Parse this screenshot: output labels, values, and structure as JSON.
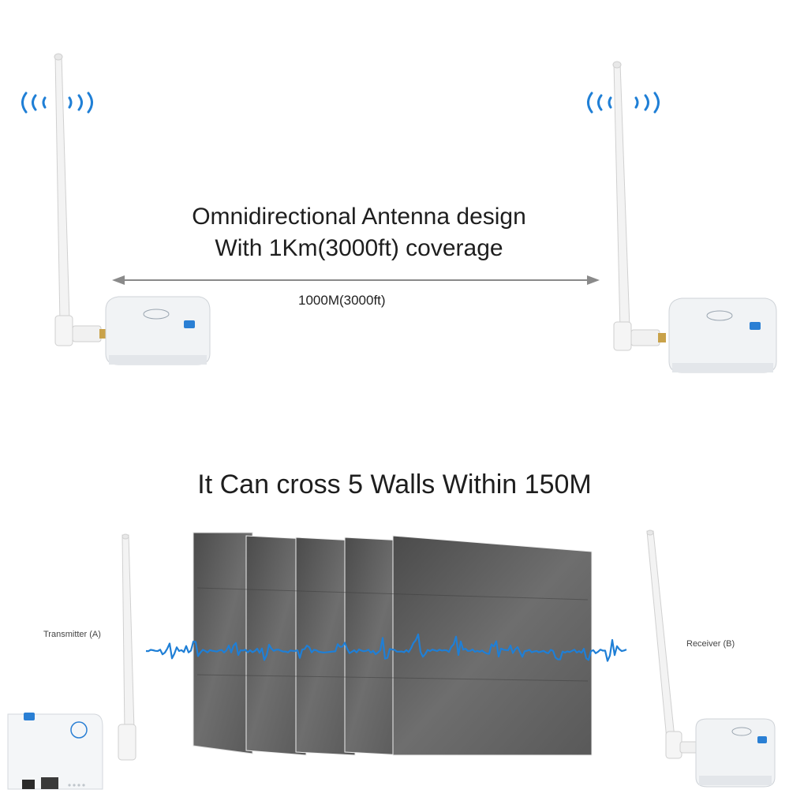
{
  "top": {
    "headline_line1": "Omnidirectional Antenna design",
    "headline_line2": "With 1Km(3000ft) coverage",
    "distance_label": "1000M(3000ft)"
  },
  "bottom": {
    "title": "It Can cross 5 Walls Within 150M",
    "transmitter_label": "Transmitter (A)",
    "receiver_label": "Receiver (B)",
    "wall_count": 5
  },
  "colors": {
    "signal": "#1f7fd6",
    "device": "#f2f4f6",
    "wall": "#5a5a5a",
    "arrow": "#8a8a8a"
  }
}
